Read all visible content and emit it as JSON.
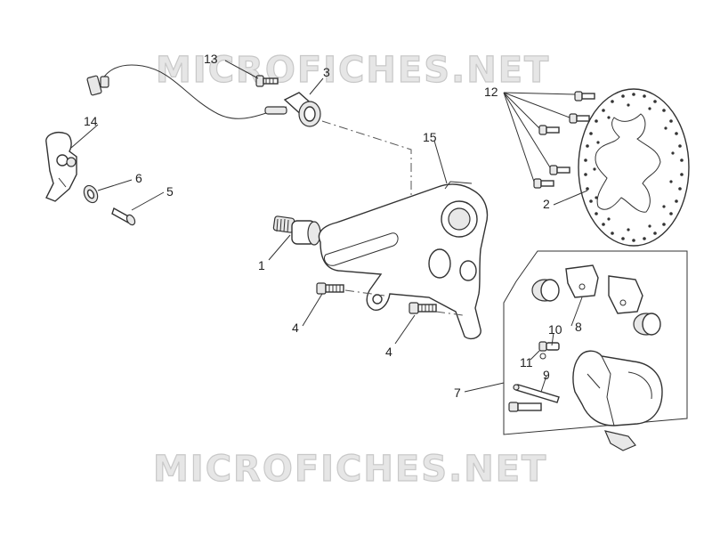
{
  "watermark": {
    "top": "MICROFICHES.NET",
    "bottom": "MICROFICHES.NET"
  },
  "callouts": {
    "c1": "1",
    "c2": "2",
    "c3": "3",
    "c4a": "4",
    "c4b": "4",
    "c5": "5",
    "c6": "6",
    "c7": "7",
    "c8": "8",
    "c9": "9",
    "c10": "10",
    "c11": "11",
    "c12": "12",
    "c13": "13",
    "c14": "14",
    "c15": "15"
  }
}
